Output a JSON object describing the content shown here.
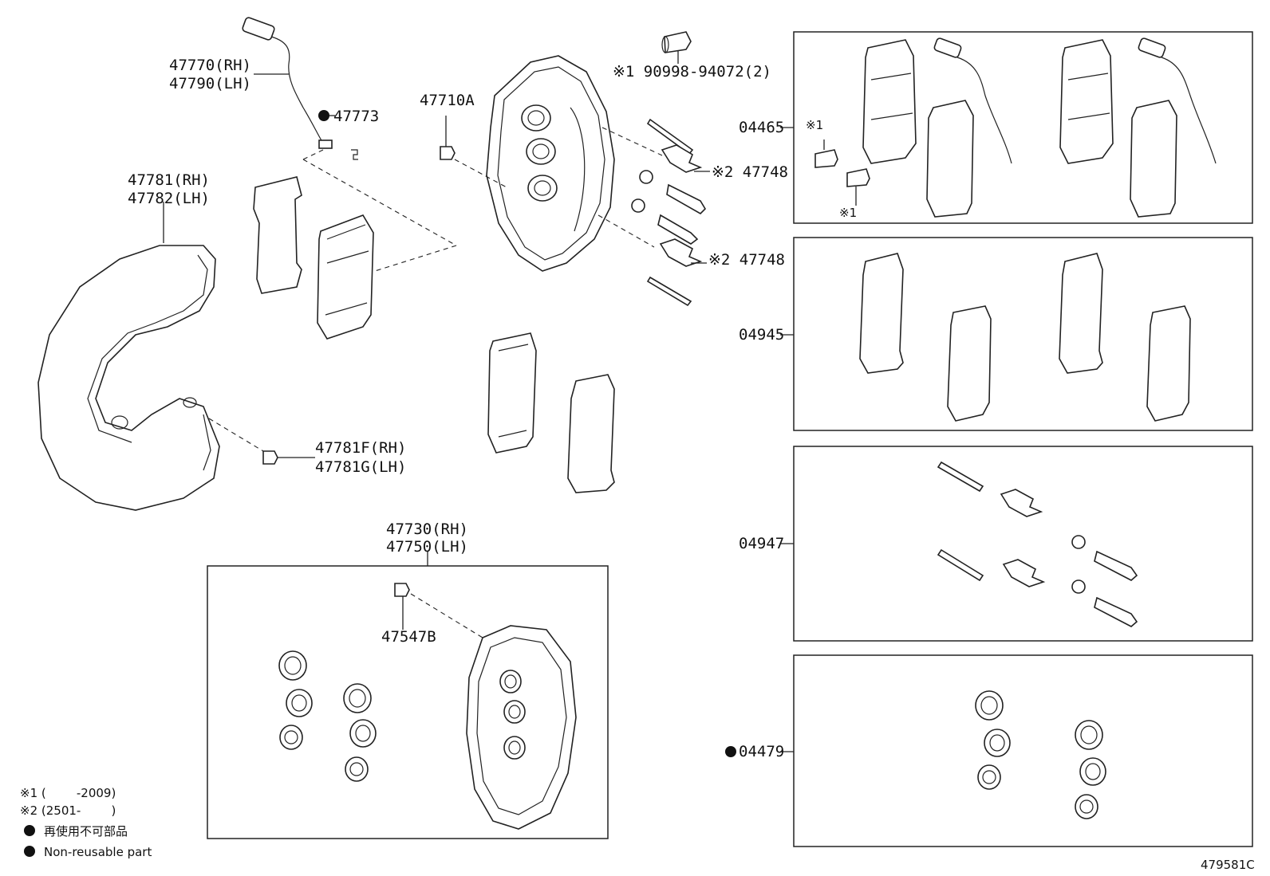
{
  "labels": {
    "sensor_rh": "47770(RH)",
    "sensor_lh": "47790(LH)",
    "clip": "47773",
    "bleeder_top": "47710A",
    "bushing": "※1 90998-94072(2)",
    "spring_upper": "※2 47748",
    "spring_lower": "※2 47748",
    "shield_rh": "47781(RH)",
    "shield_lh": "47782(LH)",
    "bolt_rh": "47781F(RH)",
    "bolt_lh": "47781G(LH)",
    "caliper_rh": "47730(RH)",
    "caliper_lh": "47750(LH)",
    "bleeder": "47547B",
    "kit_04465": "04465",
    "kit_04945": "04945",
    "kit_04947": "04947",
    "kit_04479": "04479",
    "kit_note_a": "※1",
    "kit_note_b": "※1",
    "diagram_id": "479581C"
  },
  "legend": {
    "note1": "※1 (        -2009)",
    "note2": "※2 (2501-        )",
    "nonreusable_jp": "再使用不可部品",
    "nonreusable_en": "Non-reusable part"
  }
}
